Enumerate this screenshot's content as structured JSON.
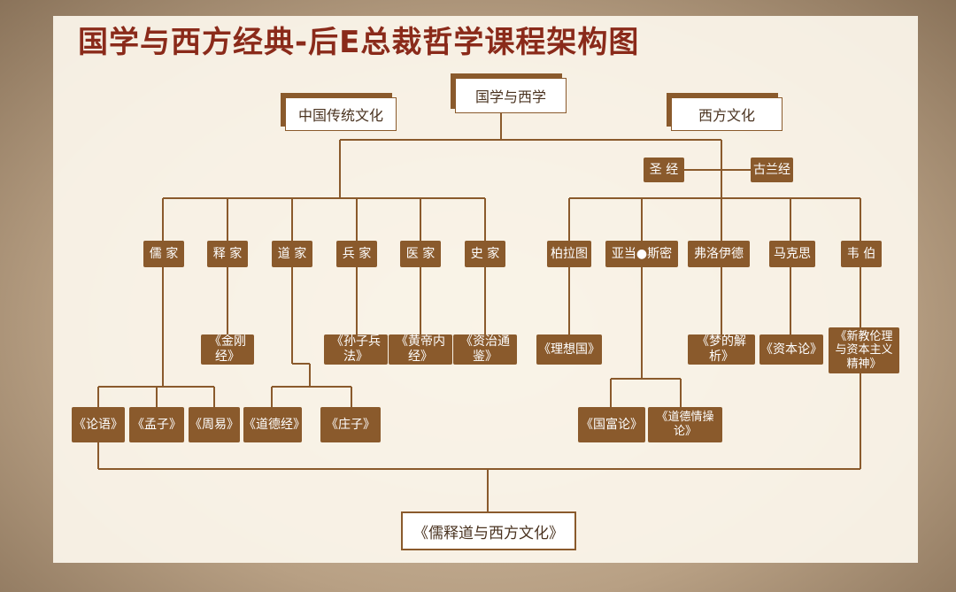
{
  "title": "国学与西方经典-后E总裁哲学课程架构图",
  "root": "国学与西学",
  "branches": {
    "chinese": "中国传统文化",
    "western": "西方文化"
  },
  "scriptures": {
    "bible": "圣 经",
    "quran": "古兰经"
  },
  "schools": {
    "confucian": "儒 家",
    "buddhist": "释 家",
    "taoist": "道 家",
    "military": "兵 家",
    "medicine": "医 家",
    "history": "史 家",
    "plato": "柏拉图",
    "adam_smith": "亚当●斯密",
    "freud": "弗洛伊德",
    "marx": "马克思",
    "weber": "韦 伯"
  },
  "books": {
    "diamond_sutra": "《金刚经》",
    "art_of_war": "《孙子兵法》",
    "huangdi_neijing": "《黄帝内经》",
    "zizhi_tongjian": "《资治通鉴》",
    "republic": "《理想国》",
    "dreams": "《梦的解析》",
    "capital": "《资本论》",
    "protestant_ethic": "《新教伦理与资本主义精神》",
    "analects": "《论语》",
    "mencius": "《孟子》",
    "zhouyi": "《周易》",
    "daodejing": "《道德经》",
    "zhuangzi": "《庄子》",
    "wealth_of_nations": "《国富论》",
    "moral_sentiments": "《道德情操论》"
  },
  "bottom": "《儒释道与西方文化》"
}
